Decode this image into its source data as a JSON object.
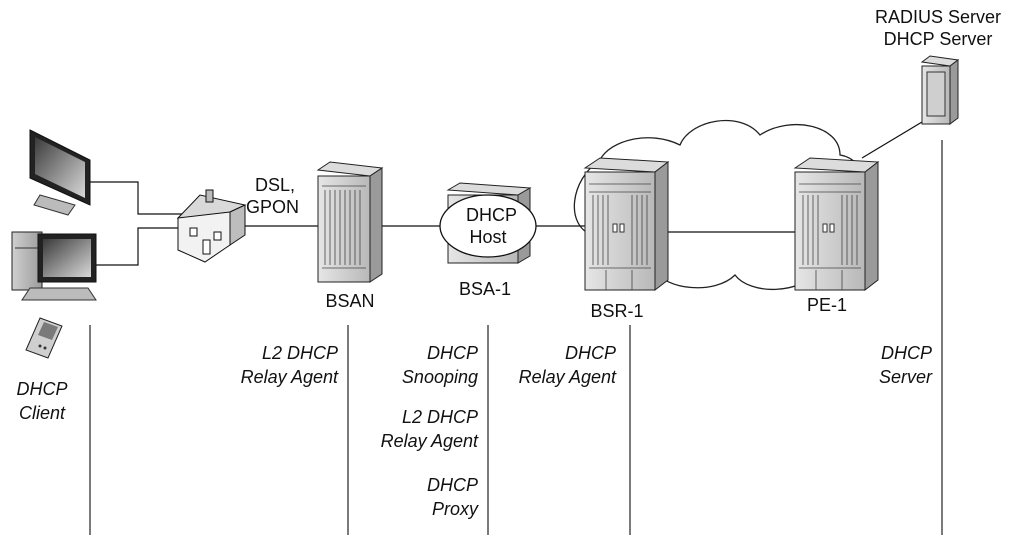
{
  "devices": {
    "server_label_1": "RADIUS Server",
    "server_label_2": "DHCP Server",
    "access_media_1": "DSL,",
    "access_media_2": "GPON",
    "bsan": "BSAN",
    "bsa": "BSA-1",
    "bsr": "BSR-1",
    "pe": "PE-1",
    "dhcp_host_1": "DHCP",
    "dhcp_host_2": "Host"
  },
  "roles": {
    "client_1": "DHCP",
    "client_2": "Client",
    "bsan_1": "L2 DHCP",
    "bsan_2": "Relay Agent",
    "snooping_1": "DHCP",
    "snooping_2": "Snooping",
    "l2relay_1": "L2 DHCP",
    "l2relay_2": "Relay Agent",
    "proxy_1": "DHCP",
    "proxy_2": "Proxy",
    "relay_1": "DHCP",
    "relay_2": "Relay Agent",
    "server_1": "DHCP",
    "server_2": "Server"
  }
}
